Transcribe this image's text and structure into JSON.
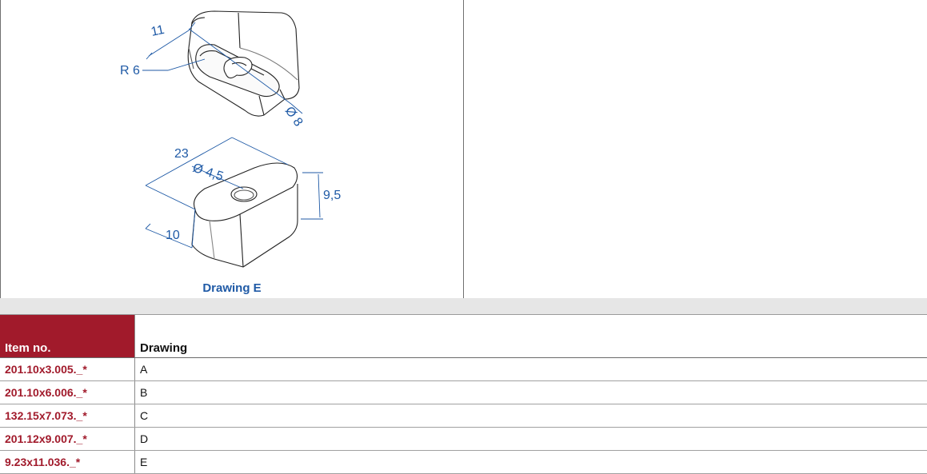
{
  "drawing": {
    "caption": "Drawing E",
    "dimensions": {
      "d11": "11",
      "r6": "R 6",
      "phi8": "Ø 8",
      "d23": "23",
      "phi45": "Ø 4,5",
      "d95": "9,5",
      "d10": "10"
    }
  },
  "table": {
    "headers": {
      "item_no": "Item no.",
      "drawing": "Drawing"
    },
    "rows": [
      {
        "item_no": "201.10x3.005._*",
        "drawing": "A"
      },
      {
        "item_no": "201.10x6.006._*",
        "drawing": "B"
      },
      {
        "item_no": "132.15x7.073._*",
        "drawing": "C"
      },
      {
        "item_no": "201.12x9.007._*",
        "drawing": "D"
      },
      {
        "item_no": "9.23x11.036._*",
        "drawing": "E"
      }
    ]
  },
  "colors": {
    "accent_red": "#a11a2b",
    "dimension_blue": "#1f5aa6"
  }
}
